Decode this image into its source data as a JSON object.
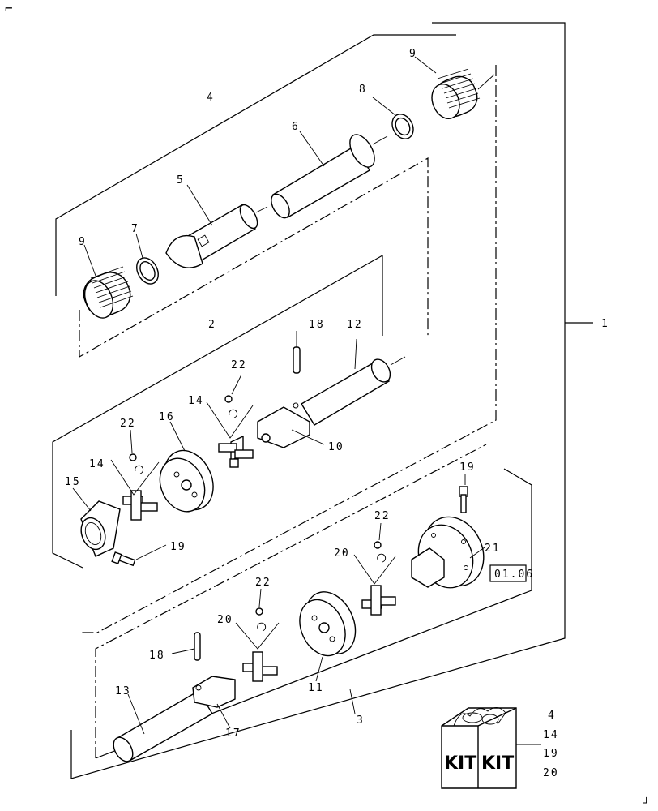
{
  "callouts": {
    "c1": "1",
    "c2": "2",
    "c3": "3",
    "c4": "4",
    "c5": "5",
    "c6": "6",
    "c7": "7",
    "c8": "8",
    "c9_top": "9",
    "c9_left": "9",
    "c10": "10",
    "c11": "11",
    "c12": "12",
    "c13": "13",
    "c14_a": "14",
    "c14_b": "14",
    "c15": "15",
    "c16": "16",
    "c17": "17",
    "c18_a": "18",
    "c18_b": "18",
    "c19_a": "19",
    "c19_b": "19",
    "c20_a": "20",
    "c20_b": "20",
    "c21": "21",
    "c22_a": "22",
    "c22_b": "22",
    "c22_c": "22",
    "c22_d": "22"
  },
  "reference_box": "01.06",
  "kit": {
    "label_left": "KIT",
    "label_right": "KIT",
    "items": [
      "4",
      "14",
      "19",
      "20"
    ]
  },
  "corner_marks": {
    "top_left": "⌐",
    "bottom_right": "┘"
  }
}
